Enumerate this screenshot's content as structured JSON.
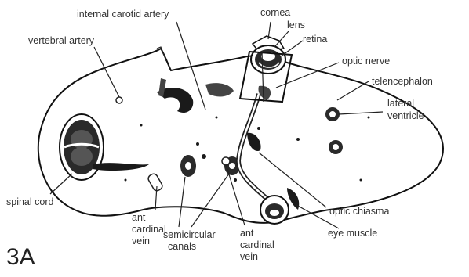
{
  "figure_label": "3A",
  "labels": {
    "internal_carotid_artery": "internal carotid artery",
    "vertebral_artery": "vertebral artery",
    "cornea": "cornea",
    "lens": "lens",
    "retina": "retina",
    "optic_nerve": "optic nerve",
    "telencephalon": "telencephalon",
    "lateral_ventricle_1": "lateral",
    "lateral_ventricle_2": "ventricle",
    "spinal_cord": "spinal cord",
    "ant_cardinal_vein_left_1": "ant",
    "ant_cardinal_vein_left_2": "cardinal",
    "ant_cardinal_vein_left_3": "vein",
    "semicircular_canals_1": "semicircular",
    "semicircular_canals_2": "canals",
    "ant_cardinal_vein_right_1": "ant",
    "ant_cardinal_vein_right_2": "cardinal",
    "ant_cardinal_vein_right_3": "vein",
    "optic_chiasma": "optic chiasma",
    "eye_muscle": "eye muscle"
  }
}
